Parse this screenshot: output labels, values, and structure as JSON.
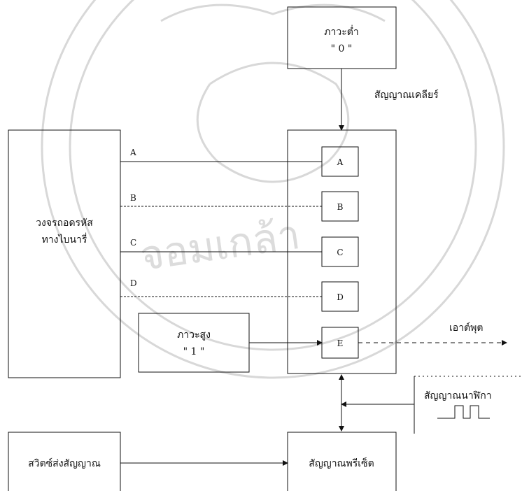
{
  "diagram": {
    "low_state": {
      "line1": "ภาวะต่ำ",
      "line2": "\" 0 \""
    },
    "high_state": {
      "line1": "ภาวะสูง",
      "line2": "\" 1 \""
    },
    "decoder": {
      "line1": "วงจรถอดรหัส",
      "line2": "ทางไบนารี่"
    },
    "counter_signal": "สัญญาณเคลียร์",
    "output_label": "เอาต์พุต",
    "clock_signal": "สัญญาณนาฬิกา",
    "preset_signal": "สัญญาณพรีเซ็ต",
    "switch_label": "สวิตซ์ส่งสัญญาณ",
    "pins": {
      "A": "A",
      "B": "B",
      "C": "C",
      "D": "D",
      "E": "E"
    },
    "line_labels": {
      "A": "A",
      "B": "B",
      "C": "C",
      "D": "D"
    }
  }
}
